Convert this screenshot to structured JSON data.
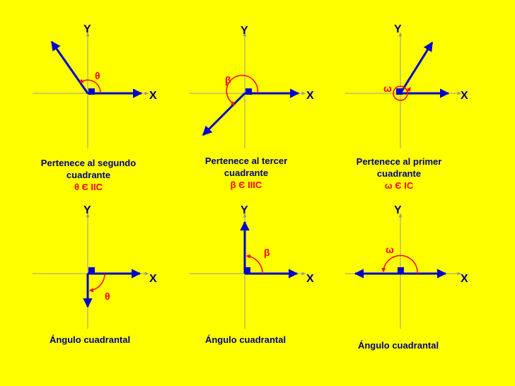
{
  "colors": {
    "background": "#ffff00",
    "vector": "#0000cc",
    "axis": "#9a9a9a",
    "angle": "#ff0000",
    "text": "#000080"
  },
  "panels": [
    {
      "id": "p1",
      "x_label": "X",
      "y_label": "Y",
      "angle_symbol": "θ",
      "caption": "Pertenece al segundo cuadrante",
      "membership": "θ Є IIC"
    },
    {
      "id": "p2",
      "x_label": "X",
      "y_label": "Y",
      "angle_symbol": "β",
      "caption": "Pertenece al tercer cuadrante",
      "membership": "β Є IIIC"
    },
    {
      "id": "p3",
      "x_label": "X",
      "y_label": "Y",
      "angle_symbol": "ω",
      "caption": "Pertenece al primer cuadrante",
      "membership": "ω Є IC"
    },
    {
      "id": "p4",
      "x_label": "X",
      "y_label": "Y",
      "angle_symbol": "θ",
      "caption": "Ángulo cuadrantal"
    },
    {
      "id": "p5",
      "x_label": "X",
      "y_label": "Y",
      "angle_symbol": "β",
      "caption": "Ángulo cuadrantal"
    },
    {
      "id": "p6",
      "x_label": "X",
      "y_label": "Y",
      "angle_symbol": "ω",
      "caption": "Ángulo cuadrantal"
    }
  ]
}
